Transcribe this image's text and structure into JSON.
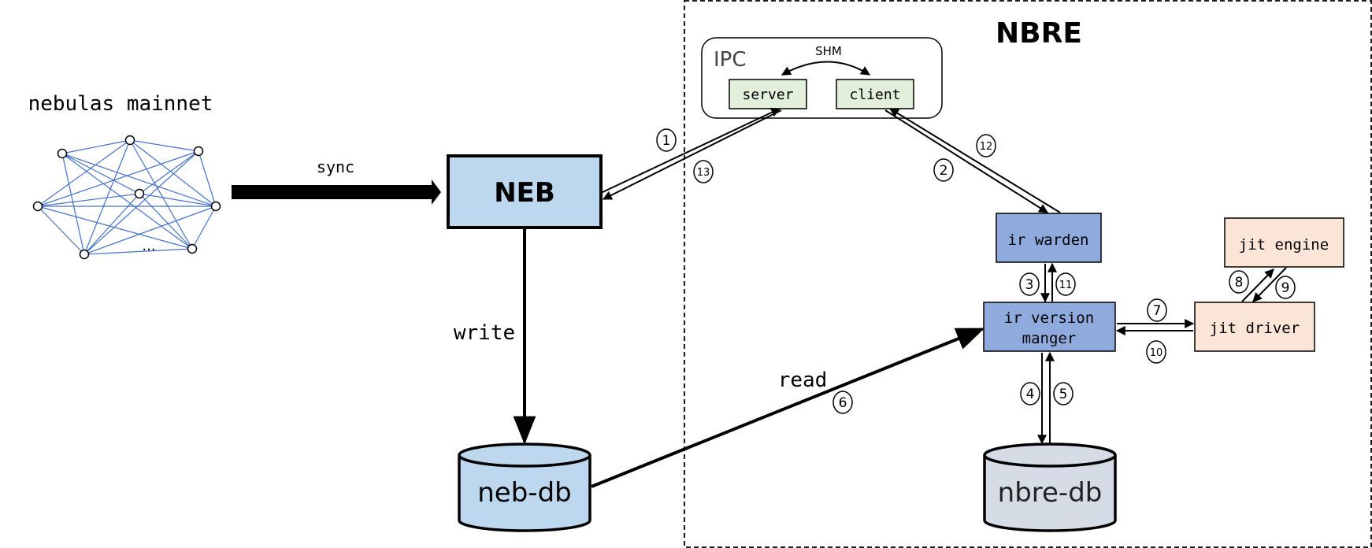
{
  "network": {
    "label": "nebulas mainnet",
    "ellipsis": "..."
  },
  "sync": {
    "label": "sync"
  },
  "neb": {
    "label": "NEB"
  },
  "write": {
    "label": "write"
  },
  "read": {
    "label": "read"
  },
  "neb_db": {
    "label": "neb-db"
  },
  "nbre": {
    "title": "NBRE"
  },
  "ipc": {
    "label": "IPC",
    "shm_label": "SHM",
    "server_label": "server",
    "client_label": "client"
  },
  "ir_warden": {
    "label": "ir warden"
  },
  "ir_version_manager": {
    "line1": "ir version",
    "line2": "manger"
  },
  "jit_driver": {
    "label": "jit driver"
  },
  "jit_engine": {
    "label": "jit engine"
  },
  "nbre_db": {
    "label": "nbre-db"
  },
  "steps": {
    "s1": "1",
    "s2": "2",
    "s3": "3",
    "s4": "4",
    "s5": "5",
    "s6": "6",
    "s7": "7",
    "s8": "8",
    "s9": "9",
    "s10": "10",
    "s11": "11",
    "s12": "12",
    "s13": "13"
  },
  "colors": {
    "neb_fill": "#bdd7ee",
    "ipc_box_fill": "#e2efda",
    "ir_box_fill": "#8faadc",
    "jit_box_fill": "#fbe5d6",
    "nbre_db_fill": "#d6dce5",
    "network_edge": "#4472c4"
  }
}
